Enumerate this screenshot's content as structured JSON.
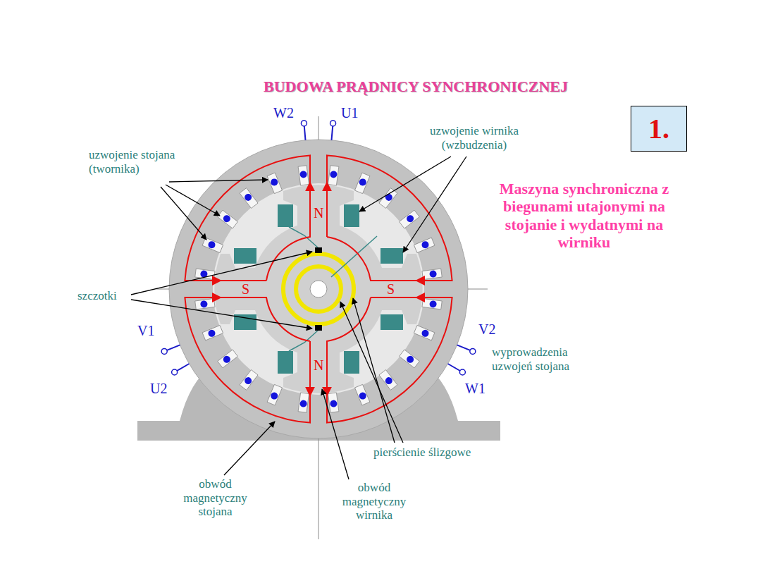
{
  "diagram": {
    "title": "BUDOWA PRĄDNICY SYNCHRONICZNEJ",
    "nodes": [
      {
        "text": [
          "1."
        ]
      }
    ],
    "labels": [
      "W2",
      "U1",
      "uzwojenie wirnika (wzbudzenia)",
      "uzwojenie stojana (twornika)",
      "Maszyna synchroniczna z biegunami utajonymi na stojanie i wydatnymi na wirniku",
      "N",
      "S",
      "S",
      "szczotki",
      "V1",
      "V2",
      "wyprowadzenia uzwojeń stojana",
      "U2",
      "N",
      "W1",
      "pierścienie ślizgowe",
      "obwód magnetyczny stojana",
      "obwód magnetyczny wirnika"
    ]
  }
}
